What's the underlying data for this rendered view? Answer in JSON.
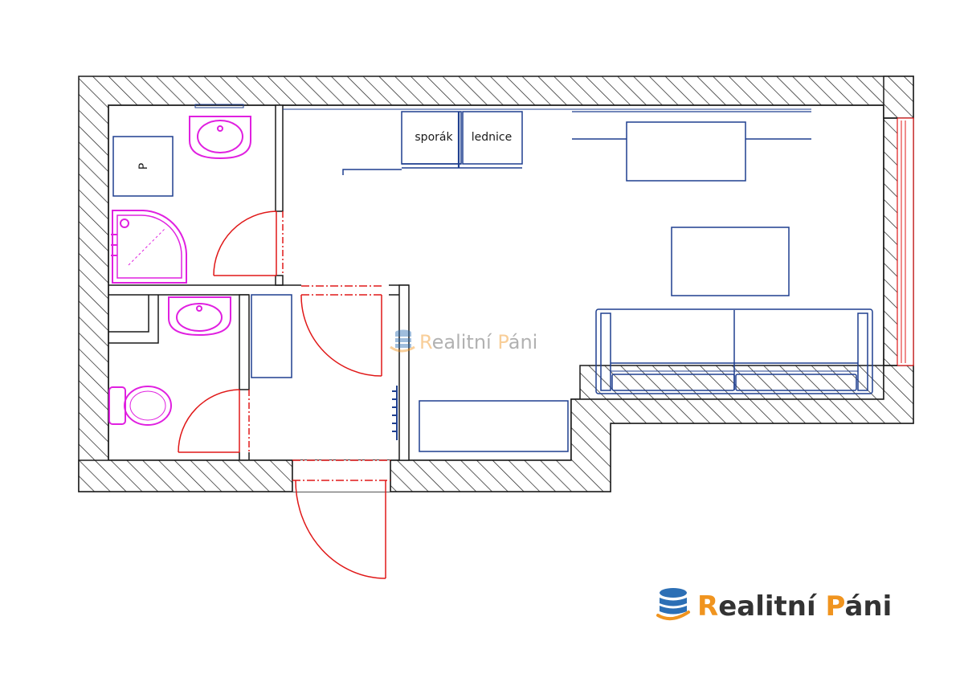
{
  "labels": {
    "stove": "sporák",
    "fridge": "lednice",
    "pantry_mark": "P"
  },
  "watermark": {
    "prefix": "R",
    "rest": "ealitní ",
    "second_prefix": "P",
    "second_rest": "áni"
  },
  "logo": {
    "prefix": "R",
    "rest": "ealitní ",
    "second_prefix": "P",
    "second_rest": "áni",
    "icon": "database-stack-icon"
  },
  "colors": {
    "wall_hatch": "#1a1a1a",
    "furniture": "#1f3f8f",
    "sanitary": "#e020e0",
    "door": "#e01818",
    "brand_blue": "#2c6fb5",
    "brand_orange": "#f0941f",
    "logo_text": "#333333"
  }
}
